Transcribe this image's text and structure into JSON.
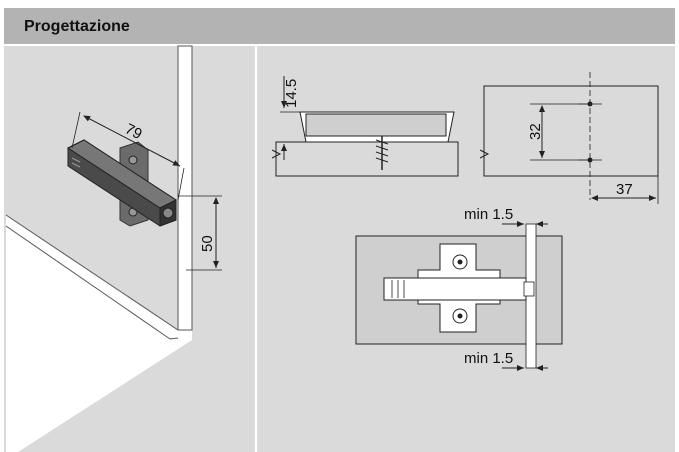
{
  "header": {
    "title": "Progettazione"
  },
  "left_view": {
    "dim_length": "79",
    "dim_height": "50"
  },
  "top_right_view": {
    "dim_depth": "14.5",
    "dim_spacing": "32",
    "dim_offset": "37"
  },
  "bottom_view": {
    "dim_gap_top": "min 1.5",
    "dim_gap_bottom": "min 1.5"
  },
  "colors": {
    "header_bg": "#b3b3b3",
    "panel_bg": "#dadada",
    "part_dark": "#555555",
    "line": "#222222"
  }
}
